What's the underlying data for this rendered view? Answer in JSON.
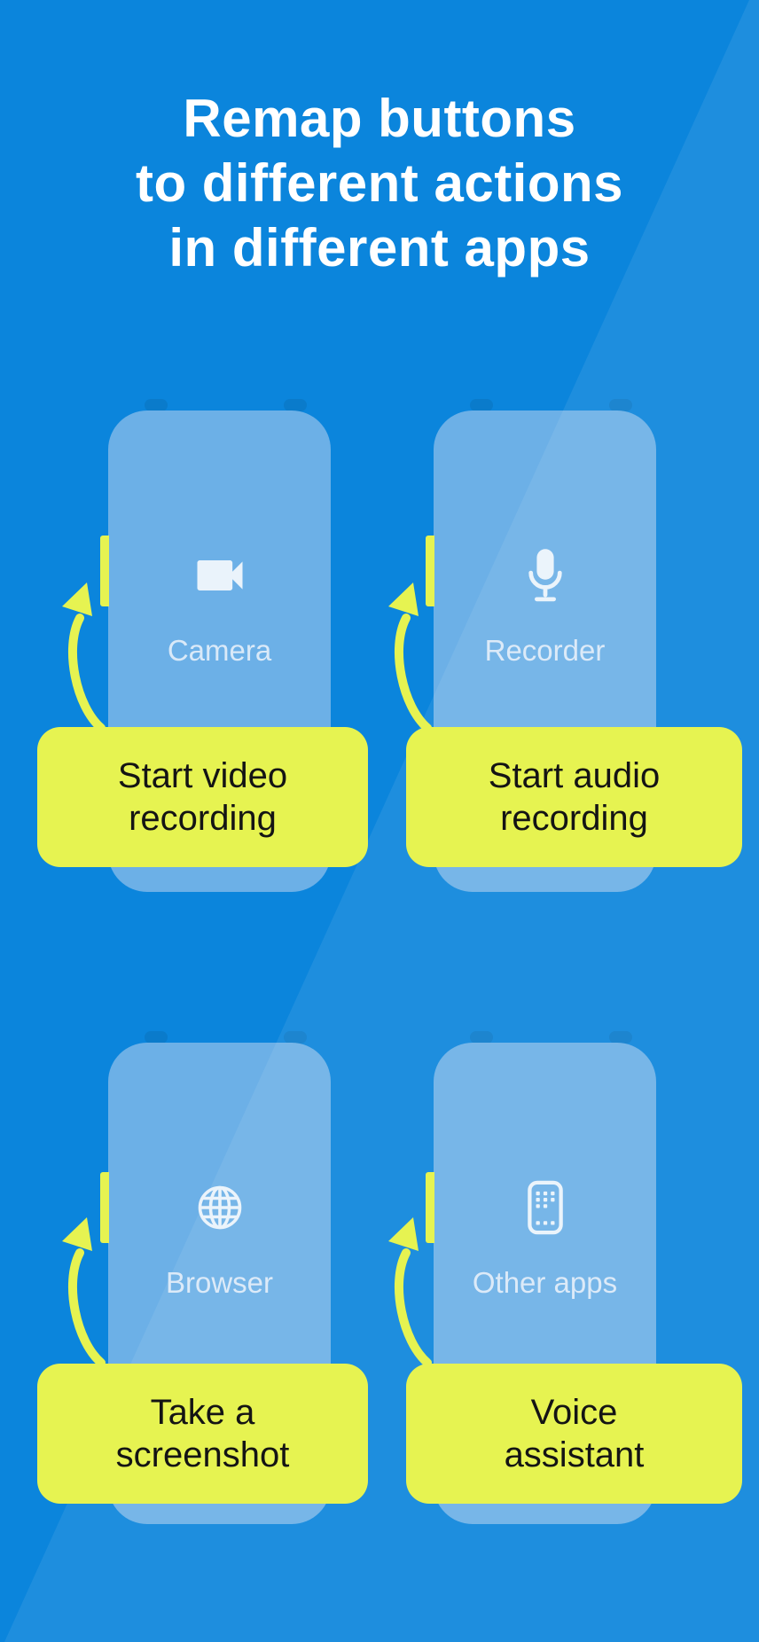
{
  "title": {
    "line1": "Remap buttons",
    "line2": "to different actions",
    "line3": "in different apps"
  },
  "cards": [
    {
      "label": "Camera",
      "icon": "videocam-icon",
      "action_line1": "Start video",
      "action_line2": "recording"
    },
    {
      "label": "Recorder",
      "icon": "microphone-icon",
      "action_line1": "Start audio",
      "action_line2": "recording"
    },
    {
      "label": "Browser",
      "icon": "globe-icon",
      "action_line1": "Take a",
      "action_line2": "screenshot"
    },
    {
      "label": "Other apps",
      "icon": "phone-apps-icon",
      "action_line1": "Voice",
      "action_line2": "assistant"
    }
  ],
  "colors": {
    "background": "#0b85dc",
    "overlay": "rgba(255,255,255,0.08)",
    "phone_card": "#6cb0e7",
    "bump": "#0a7bcb",
    "accent_yellow": "#e6f351",
    "title_text": "#ffffff",
    "card_label_text": "#d9e9f8",
    "action_text": "#141414",
    "icon": "#eaf3fb"
  }
}
